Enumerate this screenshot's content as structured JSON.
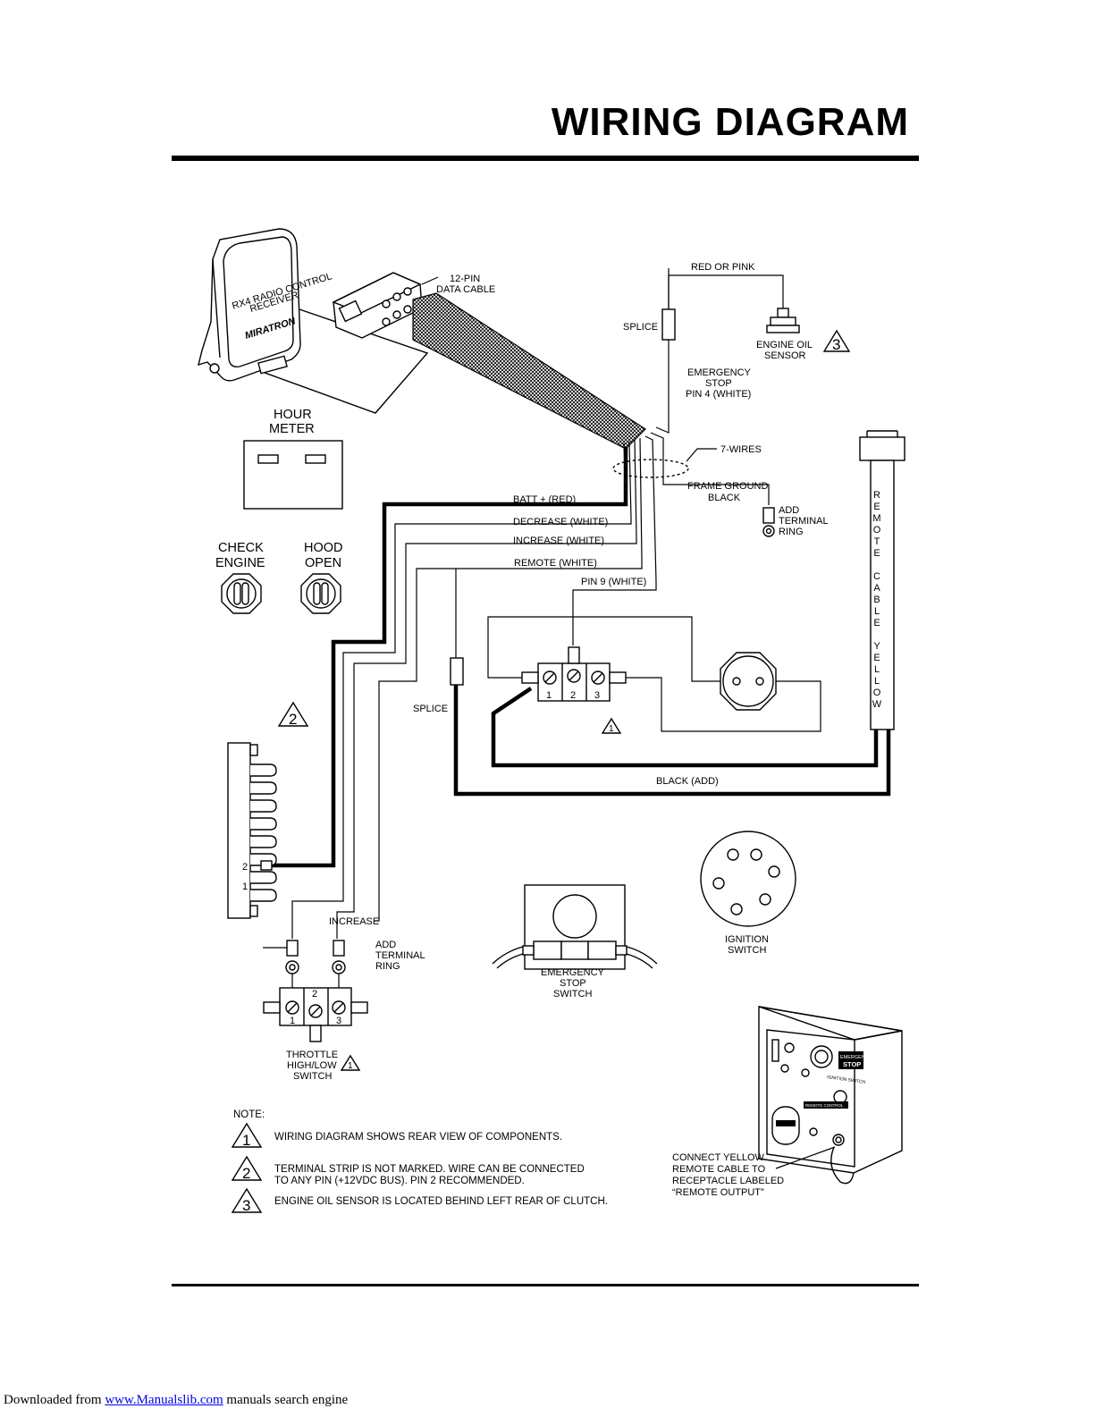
{
  "page": {
    "title": "WIRING DIAGRAM"
  },
  "components": {
    "receiver_brand": "MIRATRON",
    "receiver_label_line1": "RX4 RADIO CONTROL",
    "receiver_label_line2": "RECEIVER",
    "hour_meter_line1": "HOUR",
    "hour_meter_line2": "METER",
    "check_engine_line1": "CHECK",
    "check_engine_line2": "ENGINE",
    "hood_open_line1": "HOOD",
    "hood_open_line2": "OPEN",
    "engine_oil_sensor_line1": "ENGINE OIL",
    "engine_oil_sensor_line2": "SENSOR",
    "remote_cable_vertical": "REMOTE CABLE YELLOW",
    "emergency_stop_switch_line1": "EMERGENCY",
    "emergency_stop_switch_line2": "STOP",
    "emergency_stop_switch_line3": "SWITCH",
    "ignition_switch_line1": "IGNITION",
    "ignition_switch_line2": "SWITCH",
    "throttle_switch_line1": "THROTTLE",
    "throttle_switch_line2": "HIGH/LOW",
    "throttle_switch_line3": "SWITCH"
  },
  "labels": {
    "data_cable_line1": "12-PIN",
    "data_cable_line2": "DATA CABLE",
    "red_or_pink": "RED OR PINK",
    "splice_top": "SPLICE",
    "emergency_stop_pin_line1": "EMERGENCY",
    "emergency_stop_pin_line2": "STOP",
    "emergency_stop_pin_line3": "PIN 4 (WHITE)",
    "seven_wires": "7-WIRES",
    "frame_ground_line1": "FRAME GROUND",
    "frame_ground_line2": "BLACK",
    "add_terminal_ring_top_line1": "ADD",
    "add_terminal_ring_top_line2": "TERMINAL",
    "add_terminal_ring_top_line3": "RING",
    "batt": "BATT + (RED)",
    "decrease": "DECREASE (WHITE)",
    "increase_white": "INCREASE (WHITE)",
    "remote_white": "REMOTE (WHITE)",
    "pin9": "PIN 9 (WHITE)",
    "splice_mid": "SPLICE",
    "black_add": "BLACK (ADD)",
    "increase": "INCREASE",
    "add_terminal_ring_bottom_line1": "ADD",
    "add_terminal_ring_bottom_line2": "TERMINAL",
    "add_terminal_ring_bottom_line3": "RING",
    "terminal_1": "1",
    "terminal_2": "2",
    "terminal_3": "3",
    "strip_pin_2": "2",
    "strip_pin_1": "1",
    "connect_yellow_line1": "CONNECT YELLOW",
    "connect_yellow_line2": "REMOTE CABLE TO",
    "connect_yellow_line3": "RECEPTACLE LABELED",
    "connect_yellow_line4": "“REMOTE OUTPUT”",
    "control_box_stop_line1": "EMERGENCY",
    "control_box_stop_line2": "STOP",
    "control_box_ignition": "IGNITION SWITCH",
    "control_box_remote": "REMOTE CONTROL"
  },
  "callouts": {
    "tri_1": "1",
    "tri_2": "2",
    "tri_3": "3"
  },
  "notes": {
    "heading": "NOTE:",
    "items": [
      {
        "number": "1",
        "text_line1": "WIRING DIAGRAM SHOWS REAR VIEW OF COMPONENTS.",
        "text_line2": ""
      },
      {
        "number": "2",
        "text_line1": "TERMINAL STRIP IS NOT MARKED. WIRE CAN BE CONNECTED",
        "text_line2": "TO ANY PIN (+12VDC BUS). PIN 2 RECOMMENDED."
      },
      {
        "number": "3",
        "text_line1": "ENGINE OIL SENSOR IS LOCATED BEHIND LEFT REAR OF CLUTCH.",
        "text_line2": ""
      }
    ]
  },
  "footer": {
    "prefix": "Downloaded from ",
    "link_text": "www.Manualslib.com",
    "suffix": "  manuals search engine"
  }
}
